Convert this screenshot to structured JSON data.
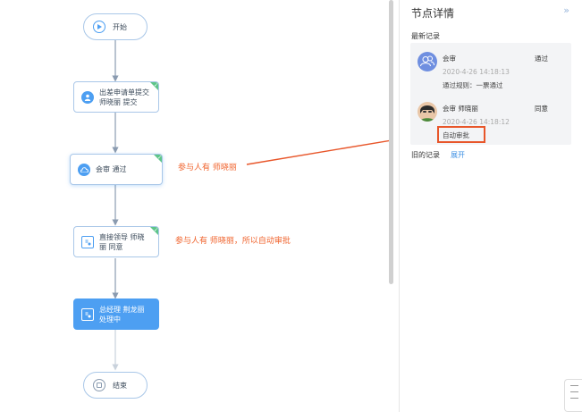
{
  "flow": {
    "nodes": {
      "start": {
        "label": "开始"
      },
      "submit": {
        "line1": "出差申请单提交",
        "line2": "师晓丽 提交"
      },
      "countersign": {
        "label": "会审 通过"
      },
      "leader": {
        "line1": "直接领导 师晓",
        "line2": "丽 同意"
      },
      "gm": {
        "line1": "总经理 荆龙丽",
        "line2": "处理中"
      },
      "end": {
        "label": "结束"
      }
    },
    "notes": {
      "countersign": "参与人有 师晓丽",
      "leader": "参与人有 师晓丽，所以自动审批"
    }
  },
  "panel": {
    "title": "节点详情",
    "latest_label": "最新记录",
    "records": [
      {
        "name": "会审",
        "status": "通过",
        "time": "2020-4-26 14:18:13",
        "rule": "通过规则：一票通过"
      },
      {
        "name": "会审 师晓丽",
        "status": "同意",
        "time": "2020-4-26 14:18:12",
        "comment": "自动审批"
      }
    ],
    "old_label": "旧的记录",
    "expand_label": "展开"
  },
  "colors": {
    "accent": "#4d9ff2",
    "done": "#5ec58a",
    "annotation": "#f0642e",
    "link": "#3d8fe3"
  }
}
